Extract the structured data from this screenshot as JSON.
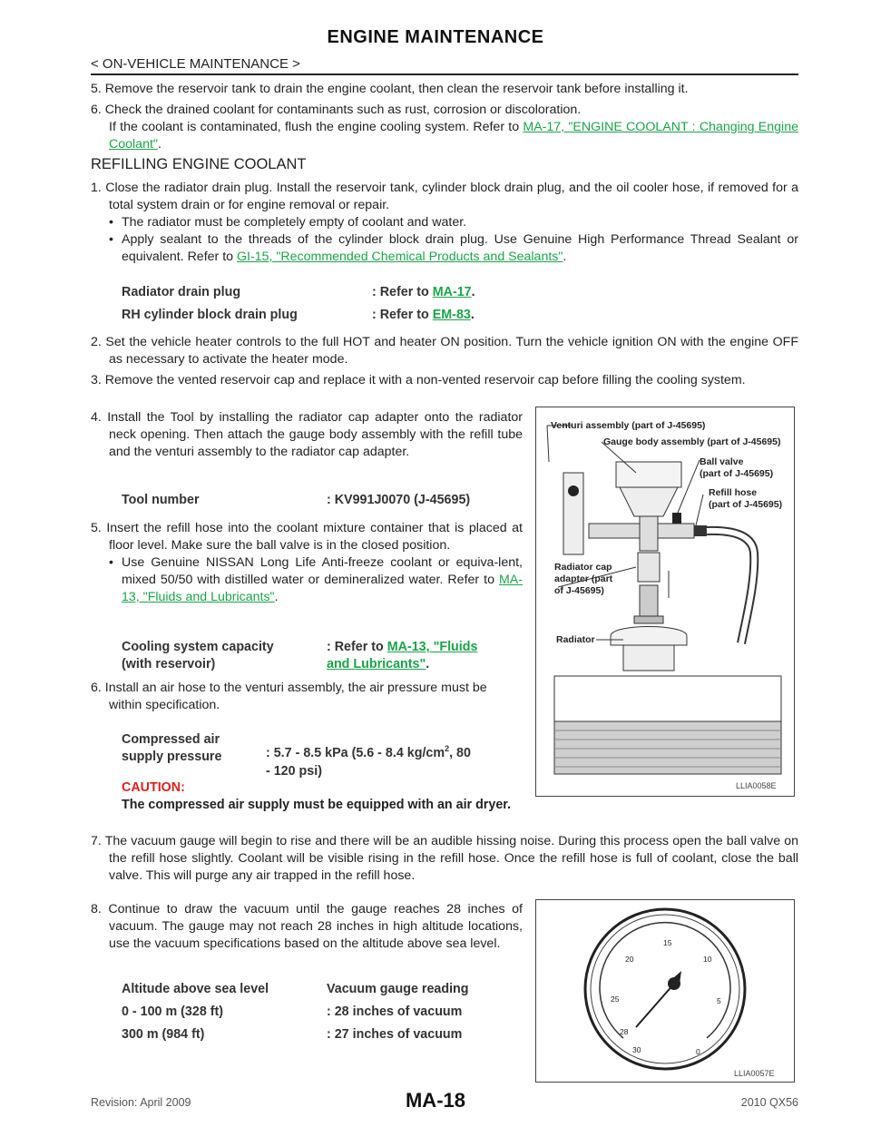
{
  "header": {
    "title": "ENGINE MAINTENANCE",
    "subtitle": "< ON-VEHICLE MAINTENANCE >"
  },
  "steps_top": {
    "s5": "5. Remove the reservoir tank to drain the engine coolant, then clean the reservoir tank before installing it.",
    "s6_line1": "6. Check the drained coolant for contaminants such as rust, corrosion or discoloration.",
    "s6_line2": "If the coolant is contaminated, flush the engine cooling system. Refer to ",
    "s6_link": "MA-17, \"ENGINE COOLANT : Changing Engine Coolant\"",
    "s6_end": "."
  },
  "section": {
    "title": "REFILLING ENGINE COOLANT"
  },
  "refill": {
    "s1": "1. Close the radiator drain plug. Install the reservoir tank, cylinder block drain plug, and the oil cooler hose, if removed for a total system drain or for engine removal or repair.",
    "b1": "The radiator must be completely empty of coolant and water.",
    "b2": "Apply sealant to the threads of the cylinder block drain plug. Use Genuine High Performance Thread Sealant or equivalent. Refer to ",
    "b2_link": "GI-15, \"Recommended Chemical Products and Sealants\"",
    "b2_end": ".",
    "bullet": "•",
    "spec1_label": "Radiator drain plug",
    "spec1_value": ": Refer to ",
    "spec1_link": "MA-17",
    "spec2_label": "RH cylinder block drain plug",
    "spec2_value": ": Refer to ",
    "spec2_link": "EM-83",
    "dot": ".",
    "s2": "2. Set the vehicle heater controls to the full HOT and heater ON position. Turn the vehicle ignition ON with the engine OFF as necessary to activate the heater mode.",
    "s3": "3. Remove the vented reservoir cap and replace it with a non-vented reservoir cap before filling the cooling system.",
    "s4": "4. Install the Tool by installing the radiator cap adapter onto the radiator neck opening. Then attach the gauge body assembly with the refill tube and the venturi assembly to the radiator cap adapter.",
    "tool_label": "Tool number",
    "tool_value": ": KV991J0070 (J-45695)",
    "s5": "5. Insert the refill hose into the coolant mixture container that is placed at floor level. Make sure the ball valve is in the closed position.",
    "s5_b1": "Use Genuine NISSAN Long Life Anti-freeze coolant or equiva-lent, mixed 50/50 with distilled water or demineralized water. Refer to ",
    "s5_link": "MA-13, \"Fluids and Lubricants\"",
    "s5_end": ".",
    "cap_label1": "Cooling system capacity",
    "cap_label2": "(with reservoir)",
    "cap_value": ": Refer to ",
    "cap_link1": "MA-13, \"Fluids",
    "cap_link2": "and Lubricants\"",
    "s6": "6. Install an air hose to the venturi assembly, the air pressure must be within specification.",
    "air_label1": "Compressed air",
    "air_label2": "supply pressure",
    "air_value1a": ": 5.7 - 8.5 kPa (5.6 - 8.4 kg/cm",
    "air_sup": "2",
    "air_value1b": ", 80",
    "air_value2": "- 120 psi)",
    "caution_title": "CAUTION:",
    "caution_text": "The compressed air supply must be equipped with an air dryer.",
    "s7": "7. The vacuum gauge will begin to rise and there will be an audible hissing noise. During this process open the ball valve on the refill hose slightly. Coolant will be visible rising in the refill hose. Once the refill hose is full of coolant, close the ball valve. This will purge any air trapped in the refill hose.",
    "s8": "8. Continue to draw the vacuum until the gauge reaches 28 inches of vacuum. The gauge may not reach 28 inches in high altitude locations, use the vacuum specifications based on the altitude above sea level.",
    "alt_header_a": "Altitude above sea level",
    "alt_header_b": "Vacuum gauge reading",
    "alt_rows": [
      {
        "a": "0 - 100 m (328 ft)",
        "b": ": 28 inches of vacuum"
      },
      {
        "a": "300 m (984 ft)",
        "b": ": 27 inches of vacuum"
      }
    ]
  },
  "figure1": {
    "code": "LLIA0058E",
    "callouts": {
      "venturi": "Venturi assembly (part of J-45695)",
      "gauge_body": "Gauge body assembly (part of J-45695)",
      "ball_valve_1": "Ball valve",
      "ball_valve_2": "(part of J-45695)",
      "refill_1": "Refill hose",
      "refill_2": "(part of J-45695)",
      "adapter_1": "Radiator cap",
      "adapter_2": "adapter (part",
      "adapter_3": "of J-45695)",
      "radiator": "Radiator"
    }
  },
  "figure2": {
    "code": "LLIA0057E",
    "dial": [
      "0",
      "5",
      "10",
      "15",
      "20",
      "25",
      "28",
      "30"
    ]
  },
  "footer": {
    "revision": "Revision: April 2009",
    "page": "MA-18",
    "model": "2010 QX56"
  }
}
